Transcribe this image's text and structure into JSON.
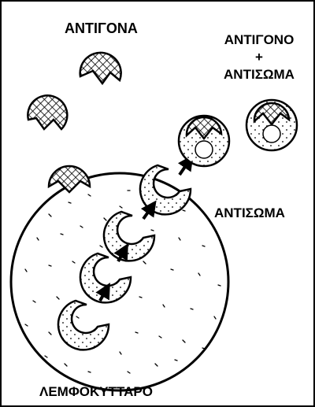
{
  "labels": {
    "antigen": "ΑΝΤΙΓΟΝΑ",
    "complex_line1": "ΑΝΤΙΓΟΝΟ",
    "complex_plus": "+",
    "complex_line2": "ΑΝΤΙΣΩΜΑ",
    "antibody": "ΑΝΤΙΣΩΜΑ",
    "lymphocyte": "ΛΕΜΦΟΚΥΤΤΑΡΟ"
  },
  "colors": {
    "ink": "#000000",
    "paper": "#ffffff"
  }
}
